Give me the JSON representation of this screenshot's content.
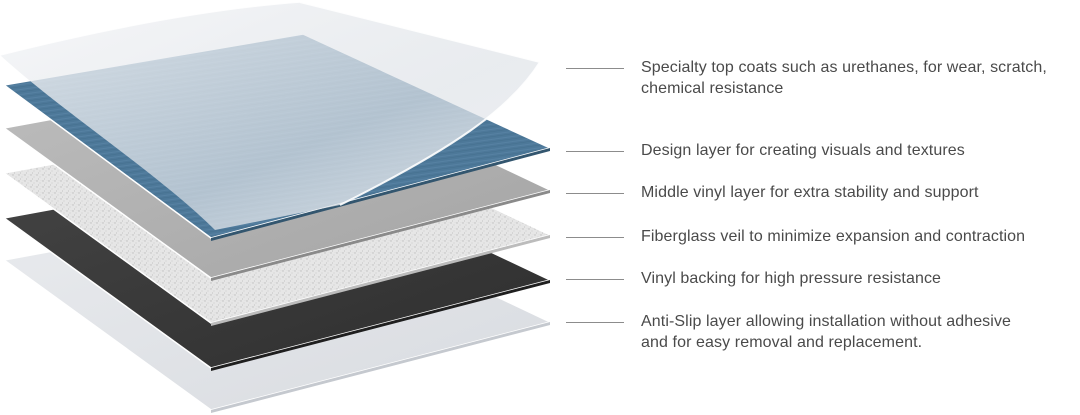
{
  "layers": [
    {
      "name": "top-coat",
      "description": "Specialty top coats such as urethanes, for wear, scratch,\nchemical resistance",
      "color": "#e9ecef"
    },
    {
      "name": "design-layer",
      "description": "Design layer for creating visuals and textures",
      "color": "#4d7899"
    },
    {
      "name": "middle-vinyl-layer",
      "description": "Middle vinyl layer for extra stability and support",
      "color": "#b0b0b0"
    },
    {
      "name": "fiberglass-veil",
      "description": "Fiberglass veil to minimize expansion and contraction",
      "color": "#e4e4e4"
    },
    {
      "name": "vinyl-backing",
      "description": "Vinyl backing for high pressure resistance",
      "color": "#3a3a3a"
    },
    {
      "name": "anti-slip-layer",
      "description": "Anti-Slip layer allowing installation without adhesive\nand for easy removal and replacement.",
      "color": "#e2e4e7"
    }
  ],
  "colors": {
    "text": "#4a4a4a",
    "leader_line": "#8c8c8c",
    "edge": "#ffffff"
  }
}
